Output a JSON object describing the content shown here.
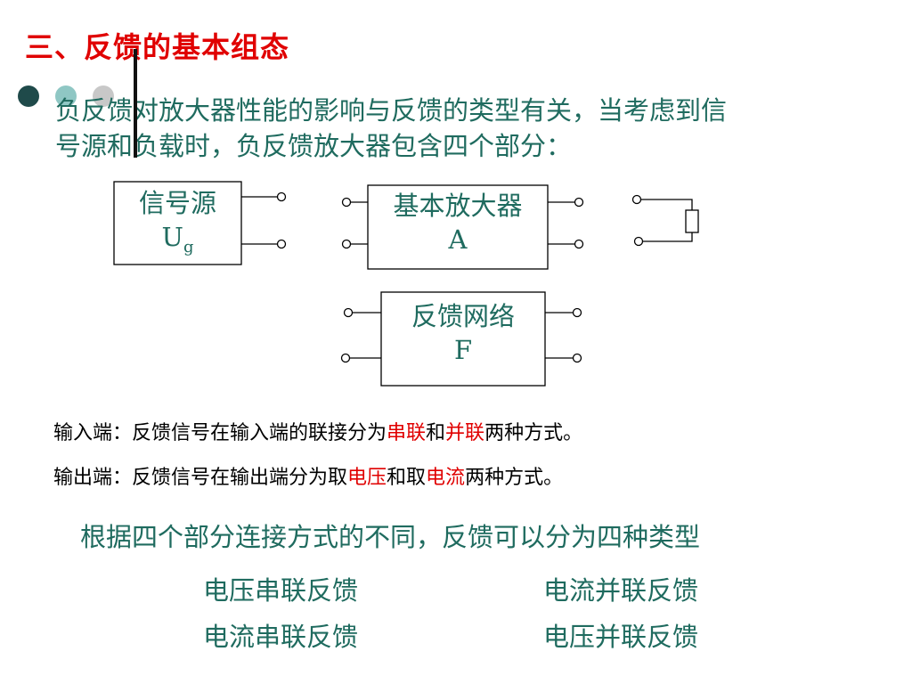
{
  "title": "三、反馈的基本组态",
  "bullet_colors": [
    "#1f4a4a",
    "#8fc7c4",
    "#c8c8c8"
  ],
  "intro": {
    "line1": "负反馈对放大器性能的影响与反馈的类型有关，当考虑到信",
    "line2": "号源和负载时，负反馈放大器包含四个部分："
  },
  "diagram": {
    "source": {
      "line1": "信号源",
      "main": "U",
      "sub": "g"
    },
    "amplifier": {
      "line1": "基本放大器",
      "line2": "A"
    },
    "feedback": {
      "line1": "反馈网络",
      "line2": "F"
    }
  },
  "notes": {
    "input": {
      "prefix": "输入端：反馈信号在输入端的联接分为",
      "h1": "串联",
      "mid": "和",
      "h2": "并联",
      "suffix": "两种方式。"
    },
    "output": {
      "prefix": "输出端：反馈信号在输出端分为取",
      "h1": "电压",
      "mid": "和取",
      "h2": "电流",
      "suffix": "两种方式。"
    }
  },
  "summary": "根据四个部分连接方式的不同，反馈可以分为四种类型",
  "types": [
    "电压串联反馈",
    "电流并联反馈",
    "电流串联反馈",
    "电压并联反馈"
  ]
}
